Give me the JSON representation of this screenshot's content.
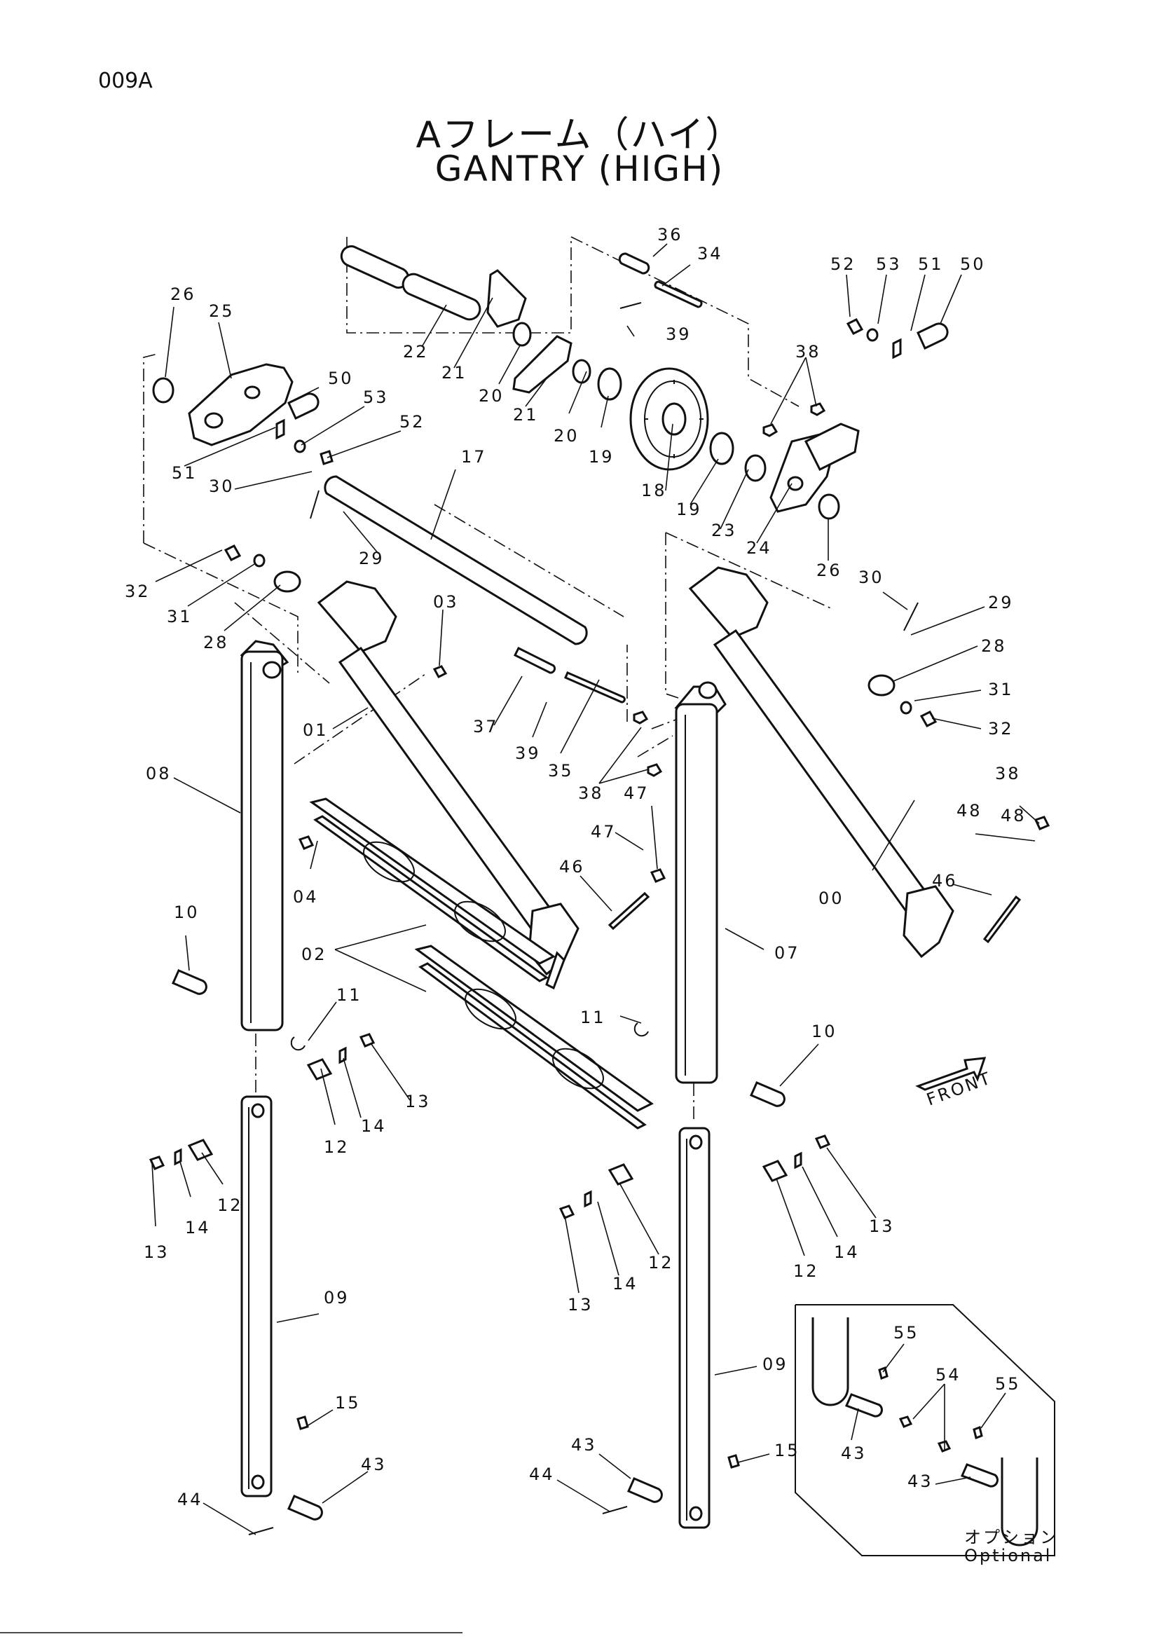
{
  "page": {
    "code": "009A",
    "title_ja": "Aフレーム（ハイ）",
    "title_en": "GANTRY (HIGH)"
  },
  "optional_box": {
    "label_ja": "オプション",
    "label_en": "Optional"
  },
  "front_marker": "FRONT",
  "callouts": [
    "26",
    "25",
    "22",
    "36",
    "34",
    "52",
    "53",
    "51",
    "50",
    "21",
    "39",
    "20",
    "21",
    "20",
    "19",
    "38",
    "50",
    "53",
    "52",
    "51",
    "30",
    "17",
    "18",
    "19",
    "23",
    "24",
    "26",
    "29",
    "32",
    "31",
    "28",
    "03",
    "30",
    "29",
    "28",
    "31",
    "32",
    "01",
    "37",
    "35",
    "39",
    "38",
    "38",
    "47",
    "08",
    "48",
    "47",
    "48",
    "46",
    "46",
    "00",
    "04",
    "02",
    "07",
    "10",
    "11",
    "11",
    "10",
    "13",
    "14",
    "12",
    "12",
    "14",
    "13",
    "13",
    "14",
    "12",
    "12",
    "14",
    "13",
    "09",
    "09",
    "15",
    "55",
    "54",
    "55",
    "43",
    "43",
    "43",
    "43",
    "15",
    "44",
    "44"
  ]
}
